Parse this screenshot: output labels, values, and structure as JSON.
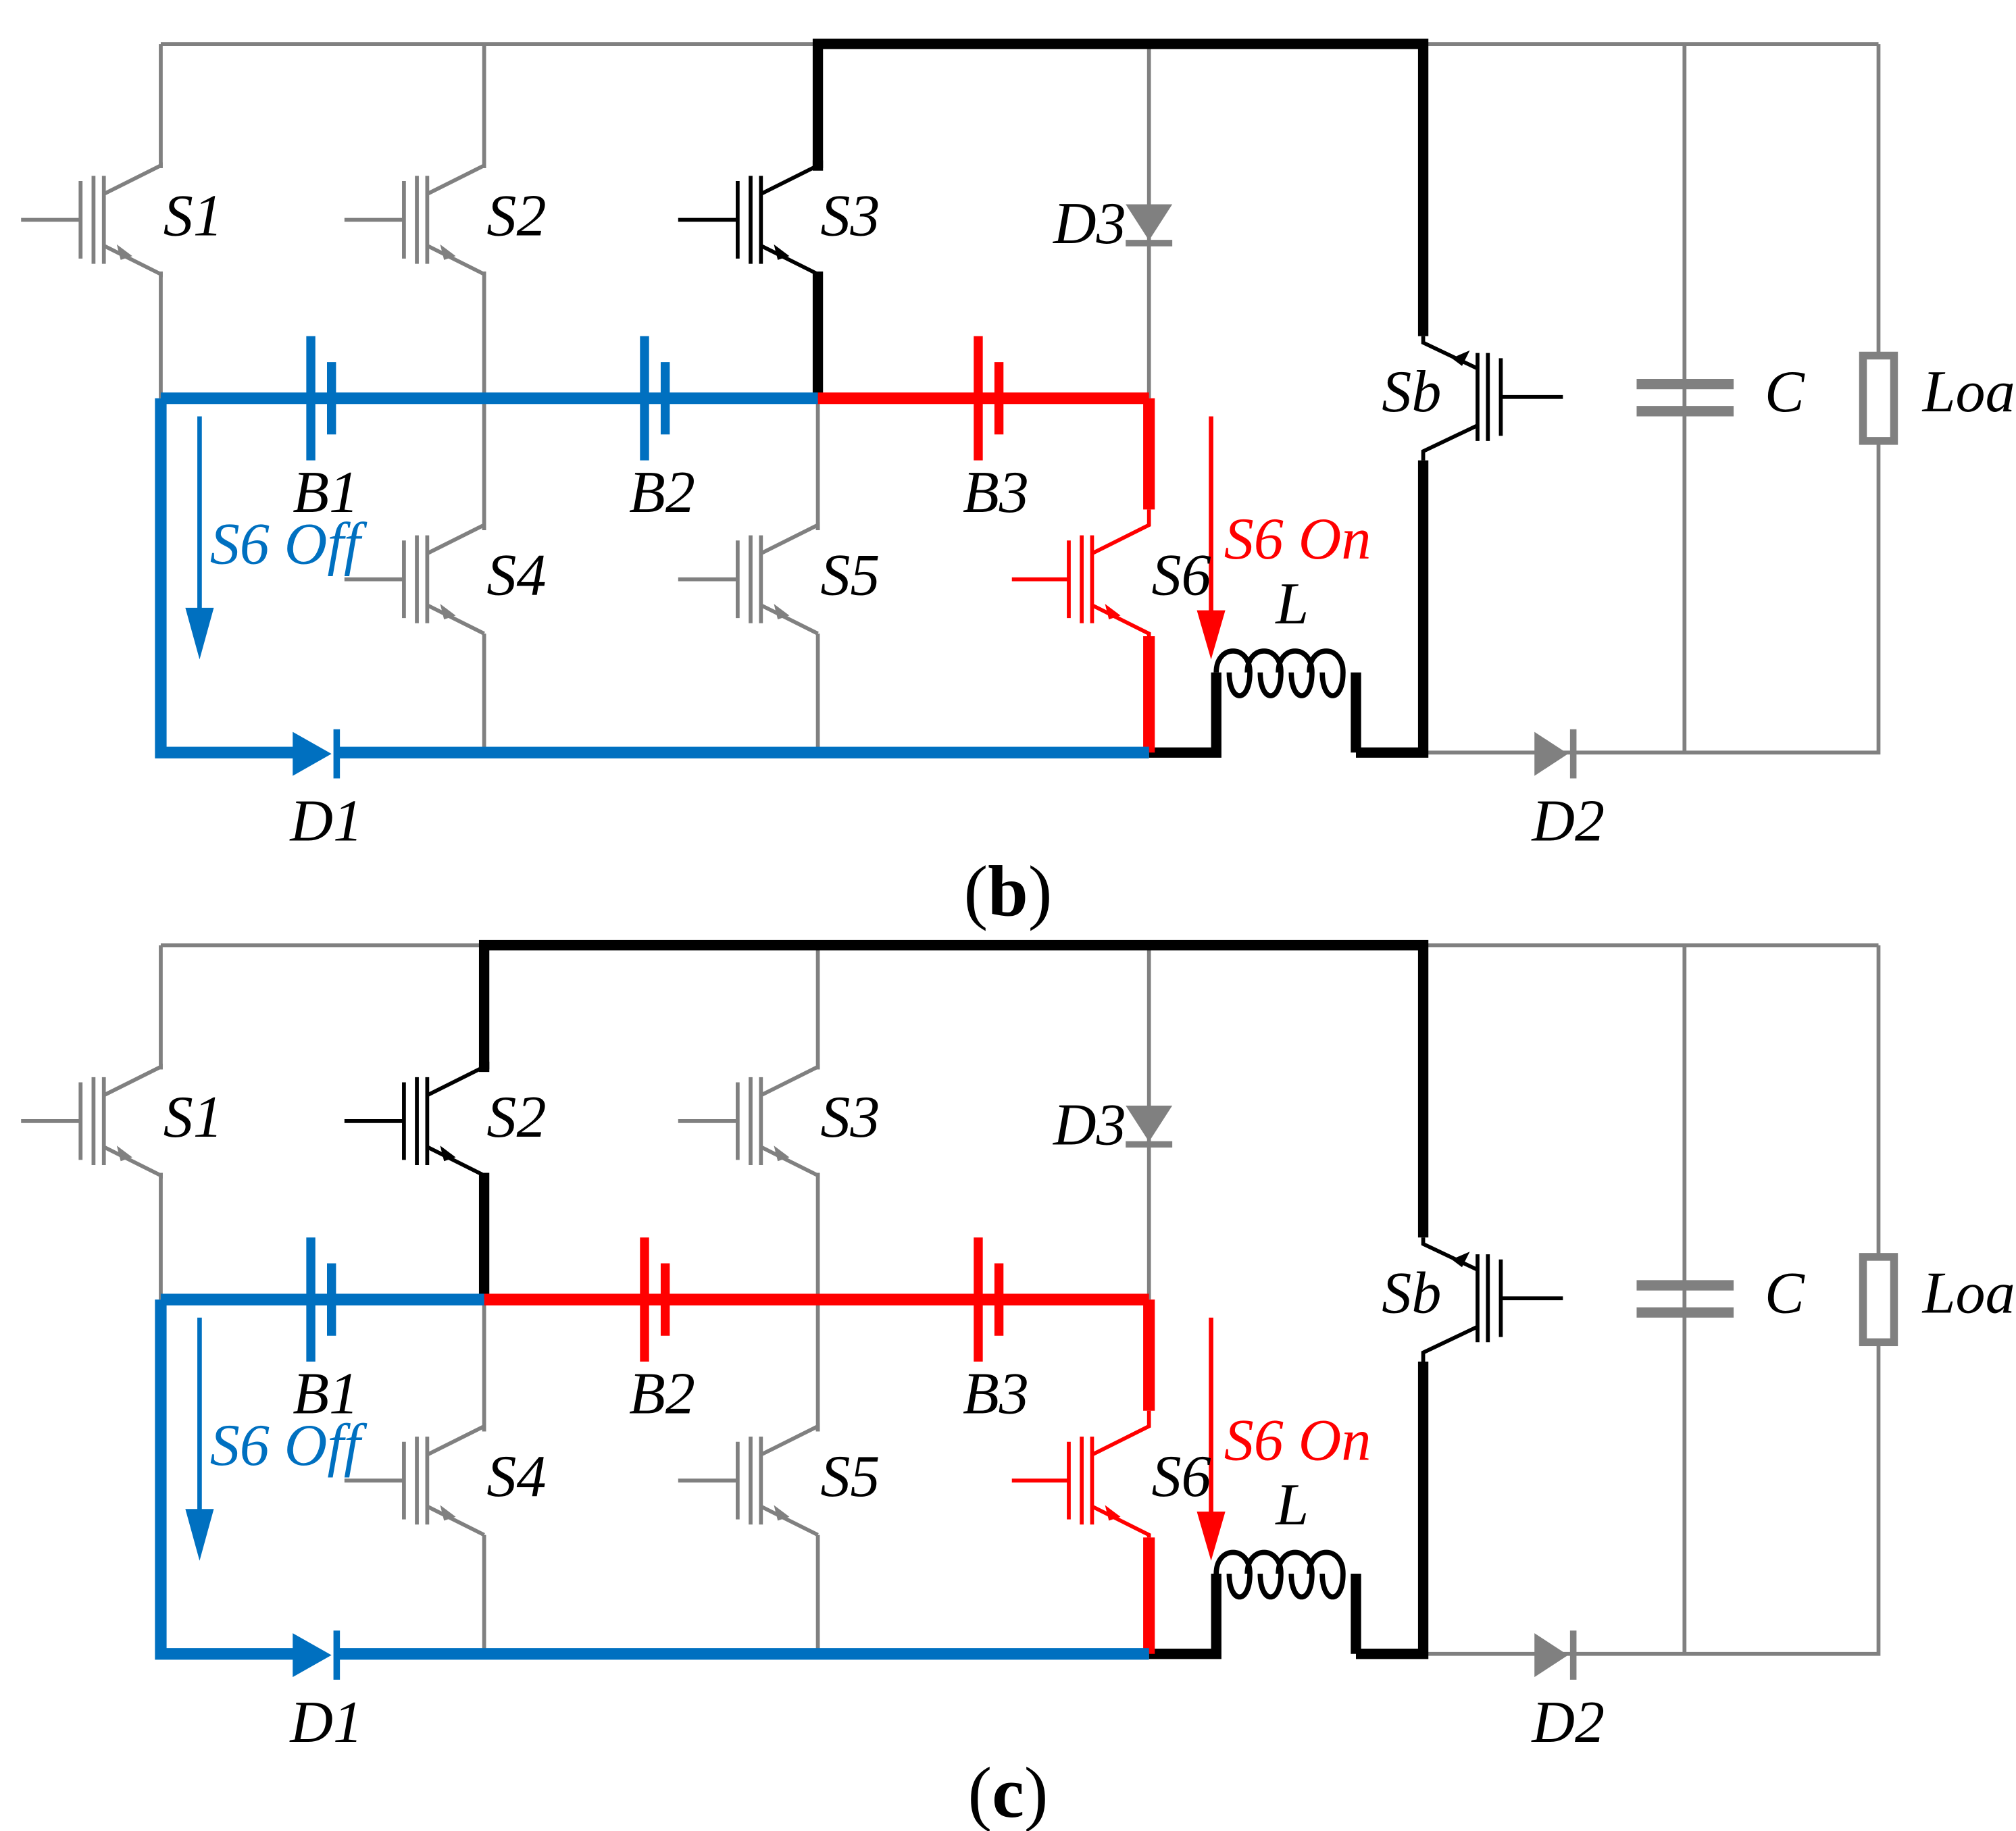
{
  "colors": {
    "inactive": "#808080",
    "active": "#000000",
    "red_path": "#ff0000",
    "blue_path": "#0070c0",
    "background": "#ffffff"
  },
  "panels": [
    {
      "caption": {
        "open": "(",
        "letter": "b",
        "close": ")"
      },
      "labels": {
        "S1": "S1",
        "S2": "S2",
        "S3": "S3",
        "S4": "S4",
        "S5": "S5",
        "S6": "S6",
        "D1": "D1",
        "D2": "D2",
        "D3": "D3",
        "B1": "B1",
        "B2": "B2",
        "B3": "B3",
        "Sb": "Sb",
        "C": "C",
        "Load": "Load",
        "L": "L",
        "s6_off": "S6 Off",
        "s6_on": "S6 On"
      }
    },
    {
      "caption": {
        "open": "(",
        "letter": "c",
        "close": ")"
      },
      "labels": {
        "S1": "S1",
        "S2": "S2",
        "S3": "S3",
        "S4": "S4",
        "S5": "S5",
        "S6": "S6",
        "D1": "D1",
        "D2": "D2",
        "D3": "D3",
        "B1": "B1",
        "B2": "B2",
        "B3": "B3",
        "Sb": "Sb",
        "C": "C",
        "Load": "Load",
        "L": "L",
        "s6_off": "S6 Off",
        "s6_on": "S6 On"
      }
    }
  ]
}
